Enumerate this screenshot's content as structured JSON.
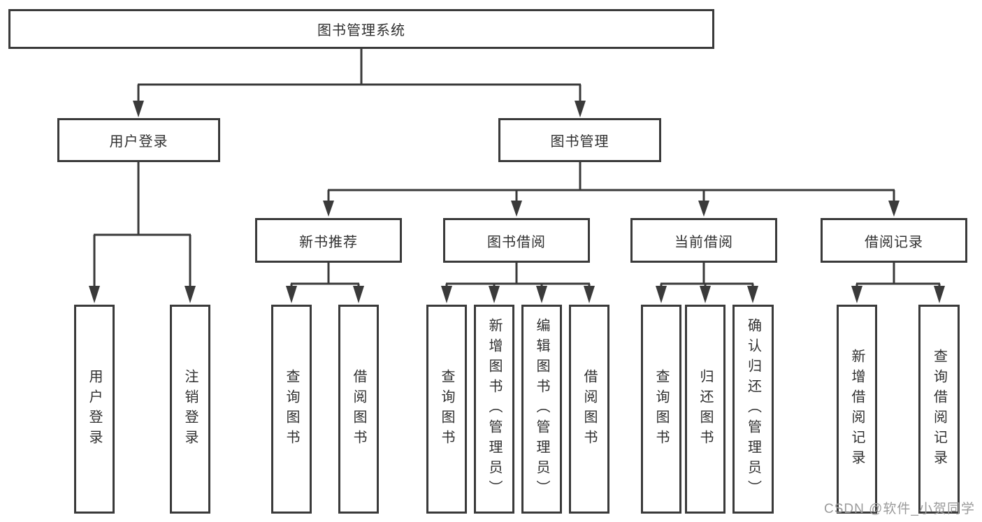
{
  "diagram": {
    "type": "hierarchy-tree",
    "tree": {
      "label": "图书管理系统",
      "children": [
        {
          "label": "用户登录",
          "children": [
            {
              "label": "用户登录"
            },
            {
              "label": "注销登录"
            }
          ]
        },
        {
          "label": "图书管理",
          "children": [
            {
              "label": "新书推荐",
              "children": [
                {
                  "label": "查询图书"
                },
                {
                  "label": "借阅图书"
                }
              ]
            },
            {
              "label": "图书借阅",
              "children": [
                {
                  "label": "查询图书"
                },
                {
                  "label": "新增图书（管理员）"
                },
                {
                  "label": "编辑图书（管理员）"
                },
                {
                  "label": "借阅图书"
                }
              ]
            },
            {
              "label": "当前借阅",
              "children": [
                {
                  "label": "查询图书"
                },
                {
                  "label": "归还图书"
                },
                {
                  "label": "确认归还（管理员）"
                }
              ]
            },
            {
              "label": "借阅记录",
              "children": [
                {
                  "label": "新增借阅记录"
                },
                {
                  "label": "查询借阅记录"
                }
              ]
            }
          ]
        }
      ]
    },
    "colors": {
      "line": "#3a3a3a",
      "box_border": "#3a3a3a",
      "box_fill": "#ffffff",
      "text": "#303030",
      "background": "#ffffff",
      "watermark": "#9b9b9b"
    }
  },
  "watermark": "CSDN @软件_小贺同学"
}
